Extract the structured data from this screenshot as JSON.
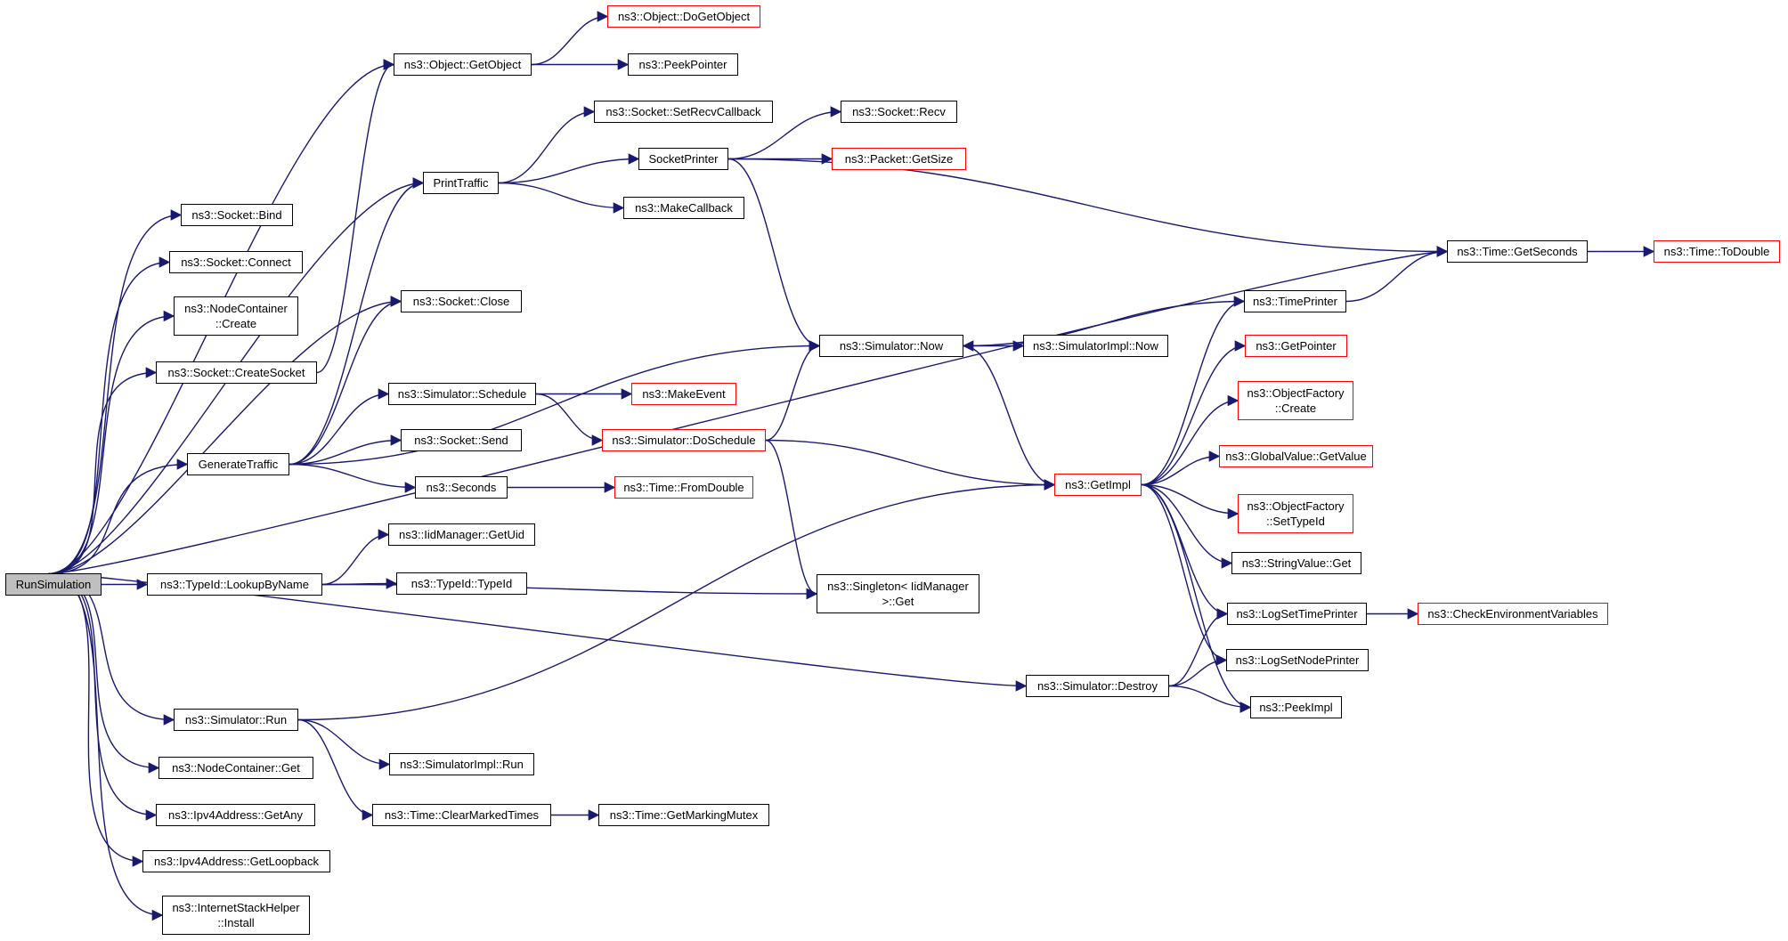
{
  "colors": {
    "edge": "#191970",
    "box_border": "#000000",
    "truncated_border": "#ff0000",
    "root_fill": "#bfbfbf"
  },
  "nodes": [
    {
      "id": "root",
      "lines": [
        "RunSimulation"
      ],
      "kind": "root"
    },
    {
      "id": "bind",
      "lines": [
        "ns3::Socket::Bind"
      ],
      "kind": "normal"
    },
    {
      "id": "connect",
      "lines": [
        "ns3::Socket::Connect"
      ],
      "kind": "normal"
    },
    {
      "id": "nccreate",
      "lines": [
        "ns3::NodeContainer",
        "::Create"
      ],
      "kind": "normal"
    },
    {
      "id": "createsocket",
      "lines": [
        "ns3::Socket::CreateSocket"
      ],
      "kind": "normal"
    },
    {
      "id": "gentraffic",
      "lines": [
        "GenerateTraffic"
      ],
      "kind": "normal"
    },
    {
      "id": "lookup",
      "lines": [
        "ns3::TypeId::LookupByName"
      ],
      "kind": "normal"
    },
    {
      "id": "simrun",
      "lines": [
        "ns3::Simulator::Run"
      ],
      "kind": "normal"
    },
    {
      "id": "ncget",
      "lines": [
        "ns3::NodeContainer::Get"
      ],
      "kind": "normal"
    },
    {
      "id": "getany",
      "lines": [
        "ns3::Ipv4Address::GetAny"
      ],
      "kind": "normal"
    },
    {
      "id": "getloop",
      "lines": [
        "ns3::Ipv4Address::GetLoopback"
      ],
      "kind": "normal"
    },
    {
      "id": "install",
      "lines": [
        "ns3::InternetStackHelper",
        "::Install"
      ],
      "kind": "normal"
    },
    {
      "id": "getobject",
      "lines": [
        "ns3::Object::GetObject"
      ],
      "kind": "normal"
    },
    {
      "id": "printtraffic",
      "lines": [
        "PrintTraffic"
      ],
      "kind": "normal"
    },
    {
      "id": "close",
      "lines": [
        "ns3::Socket::Close"
      ],
      "kind": "normal"
    },
    {
      "id": "schedule",
      "lines": [
        "ns3::Simulator::Schedule"
      ],
      "kind": "normal"
    },
    {
      "id": "send",
      "lines": [
        "ns3::Socket::Send"
      ],
      "kind": "normal"
    },
    {
      "id": "seconds",
      "lines": [
        "ns3::Seconds"
      ],
      "kind": "normal"
    },
    {
      "id": "getuid",
      "lines": [
        "ns3::IidManager::GetUid"
      ],
      "kind": "normal"
    },
    {
      "id": "typeid",
      "lines": [
        "ns3::TypeId::TypeId"
      ],
      "kind": "normal"
    },
    {
      "id": "implrun",
      "lines": [
        "ns3::SimulatorImpl::Run"
      ],
      "kind": "normal"
    },
    {
      "id": "clearmarked",
      "lines": [
        "ns3::Time::ClearMarkedTimes"
      ],
      "kind": "normal"
    },
    {
      "id": "dogetobject",
      "lines": [
        "ns3::Object::DoGetObject"
      ],
      "kind": "truncated"
    },
    {
      "id": "peekpointer",
      "lines": [
        "ns3::PeekPointer"
      ],
      "kind": "normal"
    },
    {
      "id": "setrecv",
      "lines": [
        "ns3::Socket::SetRecvCallback"
      ],
      "kind": "normal"
    },
    {
      "id": "sockprinter",
      "lines": [
        "SocketPrinter"
      ],
      "kind": "normal"
    },
    {
      "id": "makecallback",
      "lines": [
        "ns3::MakeCallback"
      ],
      "kind": "normal"
    },
    {
      "id": "makeevent",
      "lines": [
        "ns3::MakeEvent"
      ],
      "kind": "truncated"
    },
    {
      "id": "doschedule",
      "lines": [
        "ns3::Simulator::DoSchedule"
      ],
      "kind": "truncated"
    },
    {
      "id": "fromdouble",
      "lines": [
        "ns3::Time::FromDouble"
      ],
      "kind": "truncated"
    },
    {
      "id": "getmarking",
      "lines": [
        "ns3::Time::GetMarkingMutex"
      ],
      "kind": "normal"
    },
    {
      "id": "recv",
      "lines": [
        "ns3::Socket::Recv"
      ],
      "kind": "normal"
    },
    {
      "id": "getsize",
      "lines": [
        "ns3::Packet::GetSize"
      ],
      "kind": "truncated"
    },
    {
      "id": "simnow",
      "lines": [
        "ns3::Simulator::Now"
      ],
      "kind": "normal"
    },
    {
      "id": "singleton",
      "lines": [
        "ns3::Singleton< IidManager",
        ">::Get"
      ],
      "kind": "normal"
    },
    {
      "id": "destroy",
      "lines": [
        "ns3::Simulator::Destroy"
      ],
      "kind": "normal"
    },
    {
      "id": "implnow",
      "lines": [
        "ns3::SimulatorImpl::Now"
      ],
      "kind": "normal"
    },
    {
      "id": "getimpl",
      "lines": [
        "ns3::GetImpl"
      ],
      "kind": "truncated"
    },
    {
      "id": "timeprinter",
      "lines": [
        "ns3::TimePrinter"
      ],
      "kind": "normal"
    },
    {
      "id": "getpointer",
      "lines": [
        "ns3::GetPointer"
      ],
      "kind": "truncated"
    },
    {
      "id": "ofcreate",
      "lines": [
        "ns3::ObjectFactory",
        "::Create"
      ],
      "kind": "truncated"
    },
    {
      "id": "gvgetvalue",
      "lines": [
        "ns3::GlobalValue::GetValue"
      ],
      "kind": "truncated"
    },
    {
      "id": "ofsettypeid",
      "lines": [
        "ns3::ObjectFactory",
        "::SetTypeId"
      ],
      "kind": "truncated"
    },
    {
      "id": "svget",
      "lines": [
        "ns3::StringValue::Get"
      ],
      "kind": "normal"
    },
    {
      "id": "logtime",
      "lines": [
        "ns3::LogSetTimePrinter"
      ],
      "kind": "normal"
    },
    {
      "id": "lognode",
      "lines": [
        "ns3::LogSetNodePrinter"
      ],
      "kind": "normal"
    },
    {
      "id": "peekimpl",
      "lines": [
        "ns3::PeekImpl"
      ],
      "kind": "normal"
    },
    {
      "id": "getseconds",
      "lines": [
        "ns3::Time::GetSeconds"
      ],
      "kind": "normal"
    },
    {
      "id": "todouble",
      "lines": [
        "ns3::Time::ToDouble"
      ],
      "kind": "truncated"
    },
    {
      "id": "checkenv",
      "lines": [
        "ns3::CheckEnvironmentVariables"
      ],
      "kind": "truncated"
    }
  ],
  "edges": [
    [
      "root",
      "bind"
    ],
    [
      "root",
      "connect"
    ],
    [
      "root",
      "nccreate"
    ],
    [
      "root",
      "createsocket"
    ],
    [
      "root",
      "gentraffic"
    ],
    [
      "root",
      "lookup"
    ],
    [
      "root",
      "simrun"
    ],
    [
      "root",
      "ncget"
    ],
    [
      "root",
      "getany"
    ],
    [
      "root",
      "getloop"
    ],
    [
      "root",
      "install"
    ],
    [
      "root",
      "getobject"
    ],
    [
      "root",
      "printtraffic"
    ],
    [
      "root",
      "close"
    ],
    [
      "root",
      "getseconds"
    ],
    [
      "root",
      "destroy"
    ],
    [
      "createsocket",
      "getobject"
    ],
    [
      "gentraffic",
      "close"
    ],
    [
      "gentraffic",
      "schedule"
    ],
    [
      "gentraffic",
      "send"
    ],
    [
      "gentraffic",
      "seconds"
    ],
    [
      "gentraffic",
      "simnow"
    ],
    [
      "gentraffic",
      "printtraffic"
    ],
    [
      "lookup",
      "getuid"
    ],
    [
      "lookup",
      "typeid"
    ],
    [
      "lookup",
      "singleton"
    ],
    [
      "simrun",
      "implrun"
    ],
    [
      "simrun",
      "clearmarked"
    ],
    [
      "simrun",
      "getimpl"
    ],
    [
      "getobject",
      "dogetobject"
    ],
    [
      "getobject",
      "peekpointer"
    ],
    [
      "printtraffic",
      "setrecv"
    ],
    [
      "printtraffic",
      "sockprinter"
    ],
    [
      "printtraffic",
      "makecallback"
    ],
    [
      "schedule",
      "makeevent"
    ],
    [
      "schedule",
      "doschedule"
    ],
    [
      "seconds",
      "fromdouble"
    ],
    [
      "clearmarked",
      "getmarking"
    ],
    [
      "sockprinter",
      "recv"
    ],
    [
      "sockprinter",
      "getsize"
    ],
    [
      "sockprinter",
      "simnow"
    ],
    [
      "sockprinter",
      "getseconds"
    ],
    [
      "doschedule",
      "simnow"
    ],
    [
      "doschedule",
      "singleton"
    ],
    [
      "doschedule",
      "getimpl"
    ],
    [
      "simnow",
      "implnow"
    ],
    [
      "simnow",
      "getimpl"
    ],
    [
      "destroy",
      "logtime"
    ],
    [
      "destroy",
      "lognode"
    ],
    [
      "destroy",
      "peekimpl"
    ],
    [
      "getimpl",
      "timeprinter"
    ],
    [
      "getimpl",
      "getpointer"
    ],
    [
      "getimpl",
      "ofcreate"
    ],
    [
      "getimpl",
      "gvgetvalue"
    ],
    [
      "getimpl",
      "ofsettypeid"
    ],
    [
      "getimpl",
      "svget"
    ],
    [
      "getimpl",
      "logtime"
    ],
    [
      "getimpl",
      "lognode"
    ],
    [
      "getimpl",
      "peekimpl"
    ],
    [
      "timeprinter",
      "simnow"
    ],
    [
      "timeprinter",
      "getseconds"
    ],
    [
      "getseconds",
      "todouble"
    ],
    [
      "logtime",
      "checkenv"
    ]
  ]
}
